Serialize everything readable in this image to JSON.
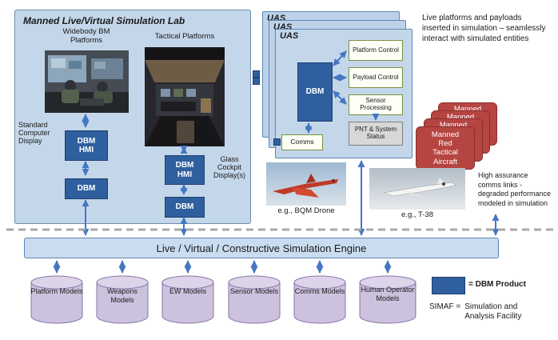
{
  "lab": {
    "title": "Manned Live/Virtual Simulation Lab",
    "widebody": {
      "label": "Widebody BM Platforms",
      "display_label": "Standard Computer Display",
      "dbm_hmi": "DBM\nHMI",
      "dbm": "DBM"
    },
    "tactical": {
      "label": "Tactical Platforms",
      "display_label": "Glass Cockpit Display(s)",
      "dbm_hmi": "DBM\nHMI",
      "dbm": "DBM"
    }
  },
  "uas": {
    "stack_labels": [
      "UAS",
      "UAS",
      "UAS"
    ],
    "dbm": "DBM",
    "modules": [
      "Platform Control",
      "Payload Control",
      "Sensor Processing",
      "PNT & System Status"
    ],
    "comms": "Comms"
  },
  "notes": {
    "live_platforms": "Live platforms and payloads inserted in simulation – seamlessly interact with simulated entities",
    "high_assurance": "High assurance comms links - degraded performance modeled in simulation"
  },
  "red_stack": {
    "back_label": "Manned",
    "front_label": "Manned Red Tactical Aircraft"
  },
  "photos": {
    "bqm_caption": "e.g., BQM Drone",
    "t38_caption": "e.g., T-38"
  },
  "engine_label": "Live / Virtual / Constructive Simulation Engine",
  "models": [
    "Platform Models",
    "Weapons Models",
    "EW Models",
    "Sensor Models",
    "Comms Models",
    "Human Operator Models"
  ],
  "legend": {
    "dbm_equals": "= DBM Product",
    "simaf_label": "SIMAF =",
    "simaf_value": "Simulation and Analysis Facility"
  }
}
